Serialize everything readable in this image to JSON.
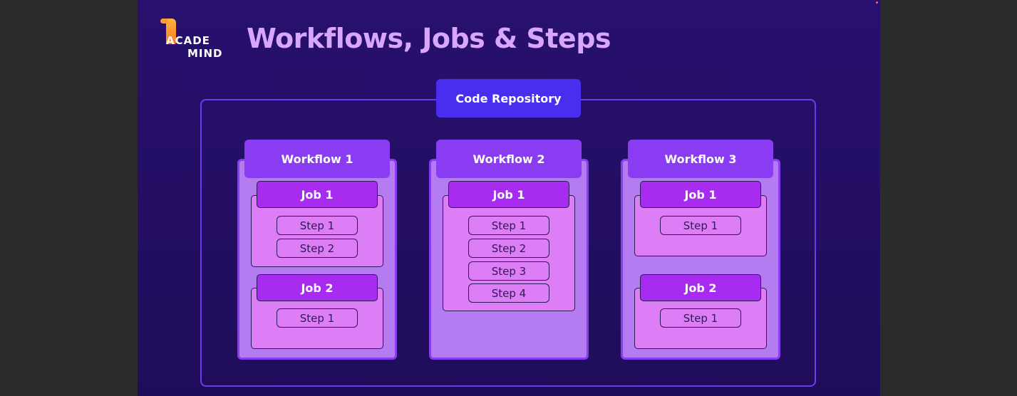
{
  "logo": {
    "line1": "ACADE",
    "line2": "MIND"
  },
  "title": "Workflows, Jobs & Steps",
  "repository": {
    "label": "Code Repository"
  },
  "workflows": [
    {
      "label": "Workflow 1",
      "jobs": [
        {
          "label": "Job 1",
          "steps": [
            "Step 1",
            "Step 2"
          ]
        },
        {
          "label": "Job 2",
          "steps": [
            "Step 1"
          ]
        }
      ]
    },
    {
      "label": "Workflow 2",
      "jobs": [
        {
          "label": "Job 1",
          "steps": [
            "Step 1",
            "Step 2",
            "Step 3",
            "Step 4"
          ]
        }
      ]
    },
    {
      "label": "Workflow 3",
      "jobs": [
        {
          "label": "Job 1",
          "steps": [
            "Step 1"
          ]
        },
        {
          "label": "Job 2",
          "steps": [
            "Step 1"
          ]
        }
      ]
    }
  ],
  "colors": {
    "slide_background": "#28106e",
    "title": "#d9a6ff",
    "repository": "#4a2ef0",
    "workflow": "#8a3cf3",
    "workflow_body": "#b57cf2",
    "job_label": "#a72cf0",
    "job_body": "#dd7ef6"
  }
}
